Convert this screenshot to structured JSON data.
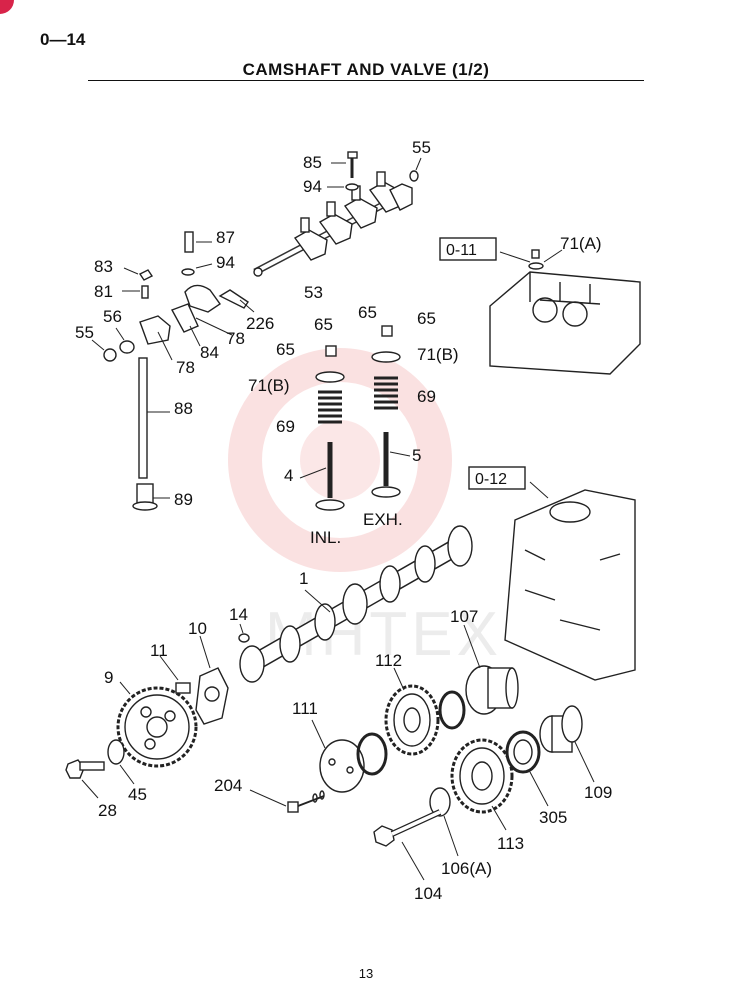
{
  "page": {
    "code": "0—14",
    "title": "CAMSHAFT AND VALVE (1/2)",
    "number": "13"
  },
  "watermark": {
    "text": "MHTEX"
  },
  "refs": {
    "cylinder_head": "0-11",
    "cylinder_block": "0-12"
  },
  "valve_labels": {
    "inlet": "INL.",
    "exhaust": "EXH."
  },
  "callouts": {
    "c1": "1",
    "c4": "4",
    "c5": "5",
    "c9": "9",
    "c10": "10",
    "c11": "11",
    "c14": "14",
    "c28": "28",
    "c45": "45",
    "c53": "53",
    "c55a": "55",
    "c55b": "55",
    "c56": "56",
    "c65a": "65",
    "c65b": "65",
    "c65c": "65",
    "c65d": "65",
    "c69a": "69",
    "c69b": "69",
    "c71a": "71(A)",
    "c71b1": "71(B)",
    "c71b2": "71(B)",
    "c78a": "78",
    "c78b": "78",
    "c81": "81",
    "c83": "83",
    "c84": "84",
    "c85": "85",
    "c87": "87",
    "c88": "88",
    "c89": "89",
    "c94a": "94",
    "c94b": "94",
    "c104": "104",
    "c106a": "106(A)",
    "c107": "107",
    "c109": "109",
    "c111": "111",
    "c112": "112",
    "c113": "113",
    "c204": "204",
    "c226": "226",
    "c305": "305"
  }
}
